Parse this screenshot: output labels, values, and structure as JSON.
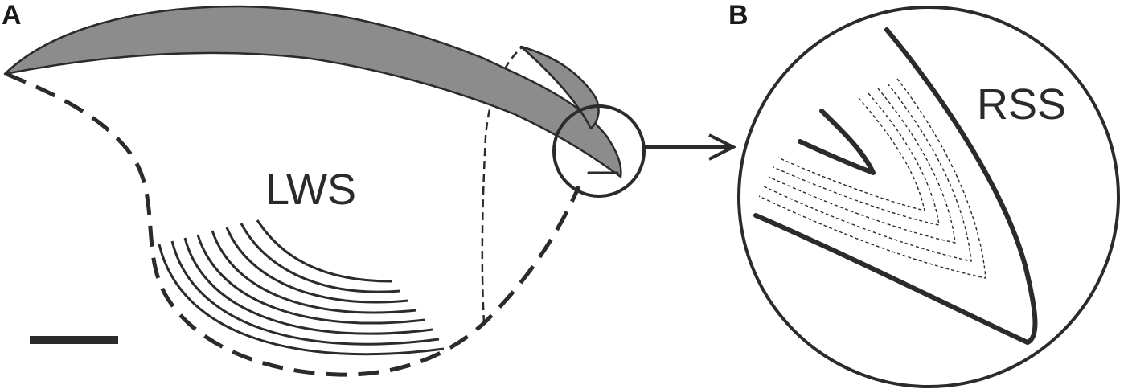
{
  "panels": {
    "a": {
      "label": "A"
    },
    "b": {
      "label": "B"
    }
  },
  "regions": {
    "lws": {
      "label": "LWS"
    },
    "rss": {
      "label": "RSS"
    }
  },
  "colors": {
    "ink": "#2b2b2b",
    "wing_fill": "#8c8c8c",
    "background": "#ffffff"
  },
  "elements": {
    "scale_bar": "scale-bar",
    "zoom_arrow": "arrow-right-icon"
  }
}
